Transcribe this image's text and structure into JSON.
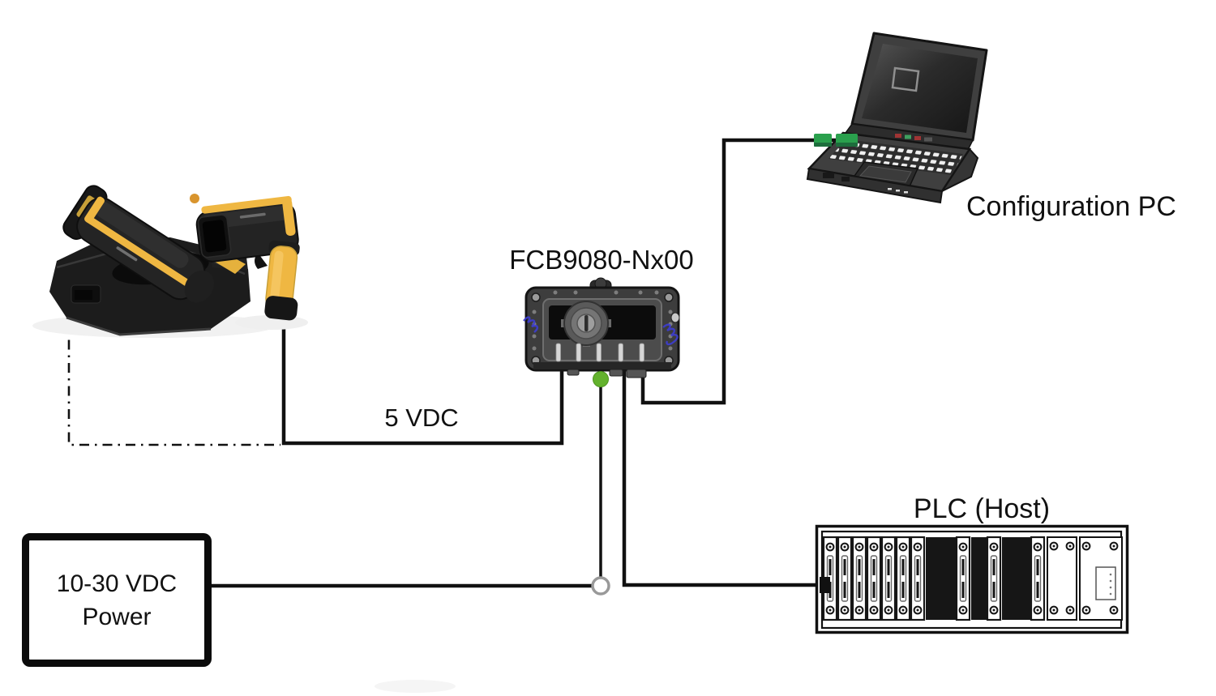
{
  "labels": {
    "interface_box": "FCB9080-Nx00",
    "configuration_pc": "Configuration PC",
    "plc_host": "PLC (Host)",
    "scanner_cable_voltage": "5 VDC"
  },
  "power_box": {
    "line1": "10-30 VDC",
    "line2": "Power"
  },
  "icons": {
    "scanner_cradle": "powerscan-scanner-docked-in-cradle",
    "handheld_scanner": "powerscan-handheld-scanner",
    "interface_box": "fcb9080-connection-box",
    "configuration_pc": "laptop-computer",
    "plc_host": "plc-rack",
    "power_supply": "dc-power-source-box",
    "power_junction": "open-junction-node",
    "power_input_node": "green-power-node",
    "pc_cable_connector": "green-inline-connector"
  },
  "colors": {
    "cable": "#111111",
    "scanner_yellow": "#efb742",
    "green_node": "#63b22d",
    "pc_connector_green": "#2aa04d",
    "junction_ring": "#999999"
  }
}
